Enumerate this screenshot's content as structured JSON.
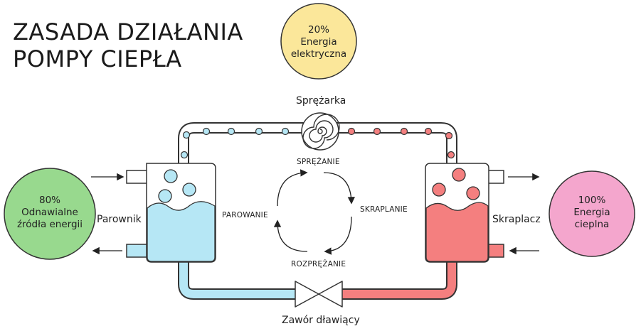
{
  "title": {
    "line1": "ZASADA DZIAŁANIA",
    "line2": "POMPY CIEPŁA"
  },
  "electric": {
    "percent": "20%",
    "line1": "Energia",
    "line2": "elektryczna"
  },
  "renewable": {
    "percent": "80%",
    "line1": "Odnawialne",
    "line2": "źródła energii"
  },
  "heat": {
    "percent": "100%",
    "line1": "Energia",
    "line2": "cieplna"
  },
  "labels": {
    "compressor": "Sprężarka",
    "evaporator": "Parownik",
    "condenser": "Skraplacz",
    "valve": "Zawór dławiący"
  },
  "steps": {
    "compression": "SPRĘŻANIE",
    "condensation": "SKRAPLANIE",
    "expansion": "ROZPRĘŻANIE",
    "evaporation": "PAROWANIE"
  },
  "colors": {
    "cold": "#b6e7f5",
    "hot": "#f47f7f",
    "electric": "#fbe79a",
    "renewable": "#98d98e",
    "heat": "#f4a6cd",
    "outline": "#333333"
  }
}
